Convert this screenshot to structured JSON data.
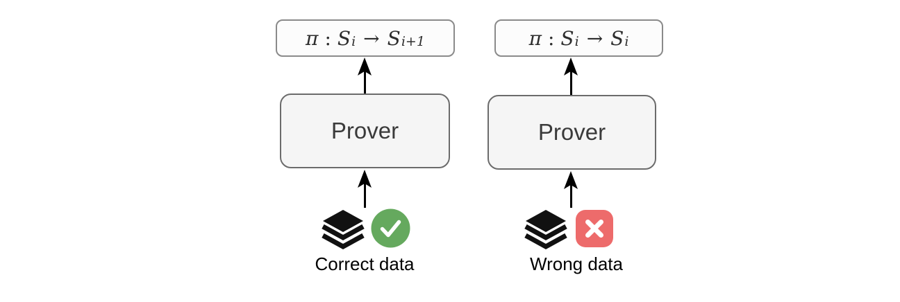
{
  "diagram": {
    "title": "Prover with correct vs wrong data",
    "colors": {
      "prover_fill": "#f5f5f5",
      "prover_border": "#6b6b6b",
      "formula_fill": "#fcfcfc",
      "formula_border": "#8a8a8a",
      "arrow": "#000000",
      "stack_icon": "#111111",
      "success_green": "#65a95e",
      "error_red": "#ed6b6b"
    },
    "pipelines": [
      {
        "formula": {
          "pi": "π",
          "colon": ":",
          "s_from": "S",
          "sub_from": "i",
          "arrow": "→",
          "s_to": "S",
          "sub_to": "i+1"
        },
        "prover_label": "Prover",
        "data_label": "Correct data",
        "input_icon": "data-stack-icon",
        "status_icon": "check-circle-icon"
      },
      {
        "formula": {
          "pi": "π",
          "colon": ":",
          "s_from": "S",
          "sub_from": "i",
          "arrow": "→",
          "s_to": "S",
          "sub_to": "i"
        },
        "prover_label": "Prover",
        "data_label": "Wrong data",
        "input_icon": "data-stack-icon",
        "status_icon": "cross-square-icon"
      }
    ]
  }
}
